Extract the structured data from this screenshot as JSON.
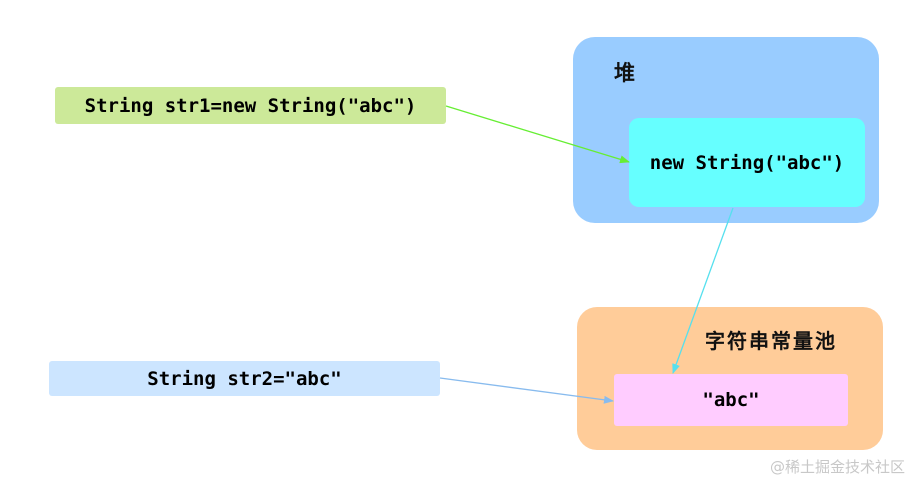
{
  "heap": {
    "title": "堆",
    "object_label": "new String(\"abc\")"
  },
  "string_pool": {
    "title": "字符串常量池",
    "object_label": "\"abc\""
  },
  "code": {
    "line1": "String str1=new String(\"abc\")",
    "line2": "String str2=\"abc\""
  },
  "watermark": "@稀土掘金技术社区",
  "colors": {
    "heap": "#99ccff",
    "heap_object": "#66ffff",
    "pool": "#ffcc99",
    "pool_object": "#ffccff",
    "code1": "#cce999",
    "code2": "#cce5ff",
    "arrow_green": "#66ee33",
    "arrow_cyan": "#55e0ee",
    "arrow_blue": "#88bbee"
  }
}
